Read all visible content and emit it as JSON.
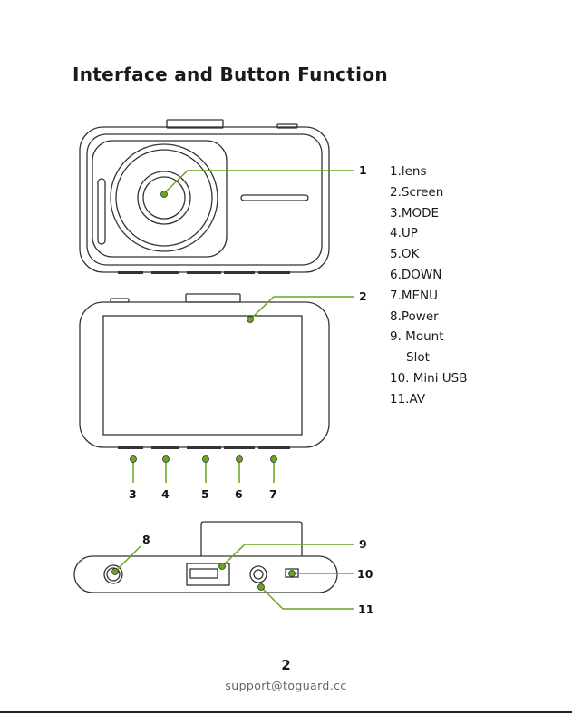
{
  "title": "Interface and Button Function",
  "legend": [
    "1.lens",
    "2.Screen",
    "3.MODE",
    "4.UP",
    "5.OK",
    "6.DOWN",
    "7.MENU",
    "8.Power",
    "9. Mount",
    "Slot",
    "10. Mini USB",
    "11.AV"
  ],
  "callouts": {
    "c1": "1",
    "c2": "2",
    "c3": "3",
    "c4": "4",
    "c5": "5",
    "c6": "6",
    "c7": "7",
    "c8": "8",
    "c9": "9",
    "c10": "10",
    "c11": "11"
  },
  "footer": {
    "page_number": "2",
    "email": "support@toguard.cc"
  },
  "colors": {
    "accent": "#6aa51e",
    "outline": "#333333"
  }
}
